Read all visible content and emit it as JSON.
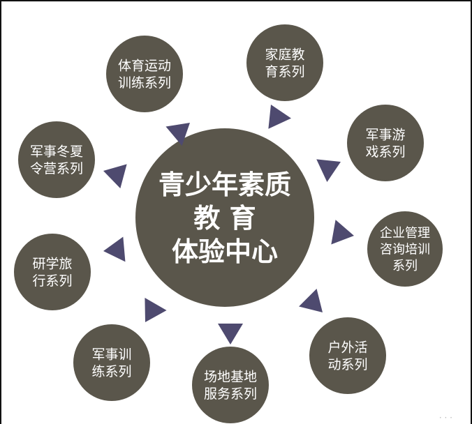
{
  "colors": {
    "node_fill": "#5a564b",
    "arrow_fill": "#4e4a6f",
    "text": "#ffffff"
  },
  "center": {
    "lines": [
      "青少年素质",
      "教  育",
      "体验中心"
    ]
  },
  "nodes": [
    {
      "id": "sports",
      "lines": [
        "体育运动",
        "训练系列"
      ]
    },
    {
      "id": "family",
      "lines": [
        "家庭教",
        "育系列"
      ]
    },
    {
      "id": "military-game",
      "lines": [
        "军事游",
        "戏系列"
      ]
    },
    {
      "id": "enterprise",
      "lines": [
        "企业管理",
        "咨询培训",
        "系列"
      ]
    },
    {
      "id": "outdoor",
      "lines": [
        "户外活",
        "动系列"
      ]
    },
    {
      "id": "venue",
      "lines": [
        "场地基地",
        "服务系列"
      ]
    },
    {
      "id": "military-training",
      "lines": [
        "军事训",
        "练系列"
      ]
    },
    {
      "id": "study-travel",
      "lines": [
        "研学旅",
        "行系列"
      ]
    },
    {
      "id": "summer-camp",
      "lines": [
        "军事冬夏",
        "令营系列"
      ]
    }
  ]
}
